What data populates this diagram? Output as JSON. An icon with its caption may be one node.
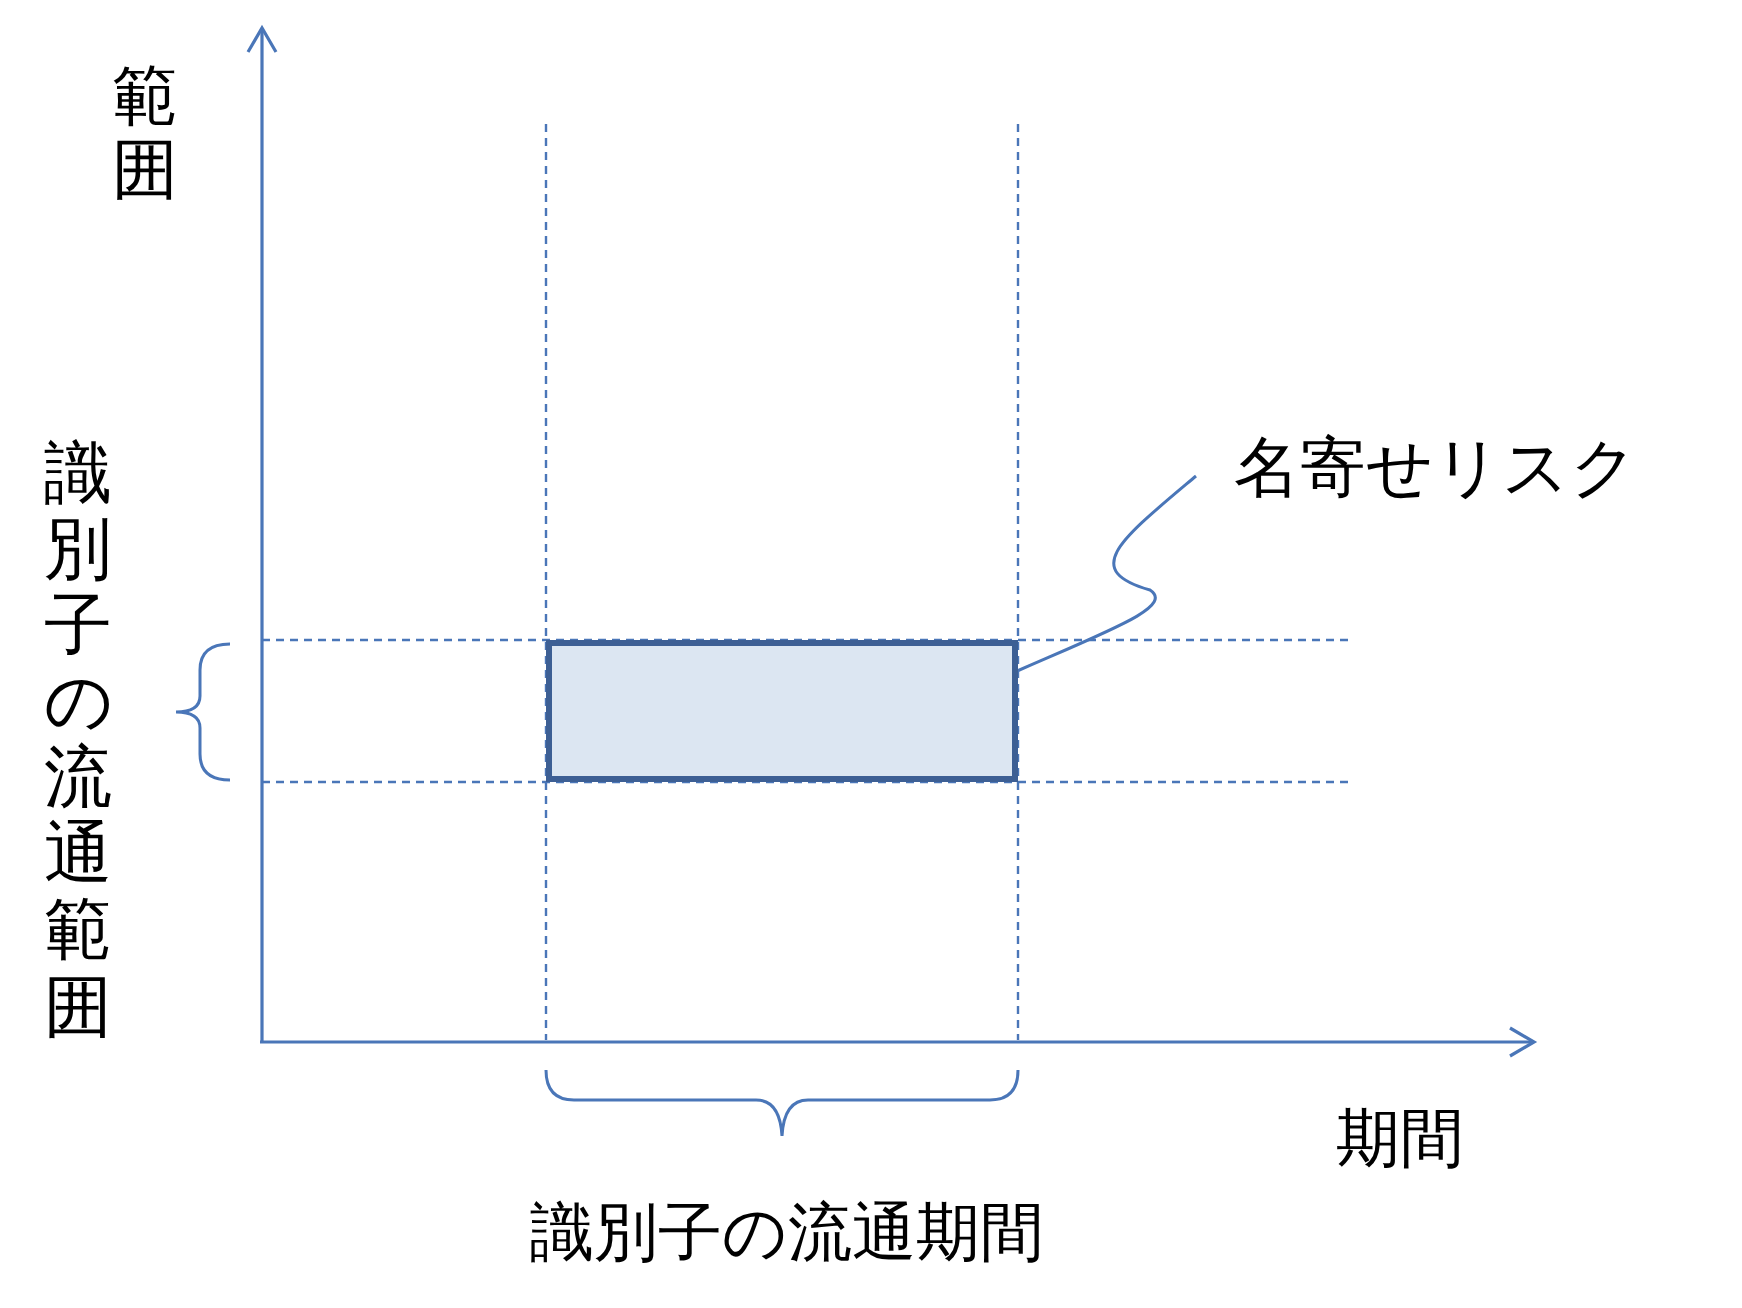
{
  "diagram": {
    "nodes": [
      {
        "text": [
          "名寄せリスク"
        ]
      },
      {
        "text": [],
        "shape": "box"
      }
    ],
    "edges": [
      {
        "from": 0,
        "to": 1,
        "arrow": "none"
      }
    ],
    "labels": [
      "範囲",
      "識別子の流通範囲",
      "期間",
      "識別子の流通期間"
    ]
  }
}
